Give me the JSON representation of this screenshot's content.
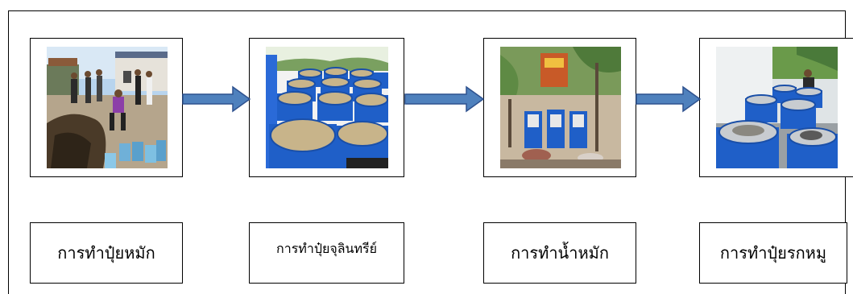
{
  "steps": [
    {
      "label": "การทำปุ๋ยหมัก",
      "photo": "people-shoveling-compost-photo"
    },
    {
      "label": "การทำปุ๋ยจุลินทรีย์",
      "photo": "blue-barrels-with-grain-photo"
    },
    {
      "label": "การทำน้ำหมัก",
      "photo": "fermented-liquid-barrels-photo"
    },
    {
      "label": "การทำปุ๋ยรกหมู",
      "photo": "blue-tanks-with-worker-photo"
    }
  ],
  "arrow_icon": "right-arrow-icon",
  "colors": {
    "arrow_fill": "#4f81bd",
    "arrow_stroke": "#2f528f",
    "barrel_blue": "#1f5fc8"
  }
}
